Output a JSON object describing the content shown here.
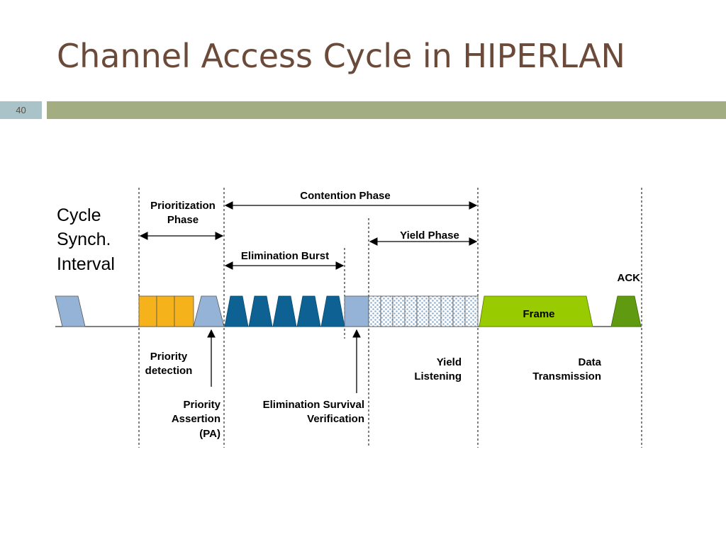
{
  "slide": {
    "title": "Channel Access Cycle in HIPERLAN",
    "page_number": "40"
  },
  "diagram": {
    "left_label": [
      "Cycle",
      "Synch.",
      "Interval"
    ],
    "phases": {
      "contention": "Contention Phase",
      "prioritization": [
        "Prioritization",
        "Phase"
      ],
      "yield": "Yield Phase",
      "elimination_burst": "Elimination Burst",
      "ack": "ACK",
      "frame": "Frame"
    },
    "bottom_labels": {
      "priority_detection": [
        "Priority",
        "detection"
      ],
      "yield_listening": [
        "Yield",
        "Listening"
      ],
      "data_transmission": [
        "Data",
        "Transmission"
      ],
      "priority_assertion": [
        "Priority",
        "Assertion",
        "(PA)"
      ],
      "elimination_survival": [
        "Elimination Survival",
        "Verification"
      ]
    },
    "colors": {
      "sync_slot": "#95b3d7",
      "priority_slot": "#f6b21b",
      "elimination_burst": "#0e6293",
      "yield_slot": "#8fb0d6",
      "frame": "#99cc00",
      "ack": "#5f9a10",
      "title": "#6b4a3a",
      "rule": "#a2ad82",
      "badge": "#a9c3c9"
    }
  }
}
